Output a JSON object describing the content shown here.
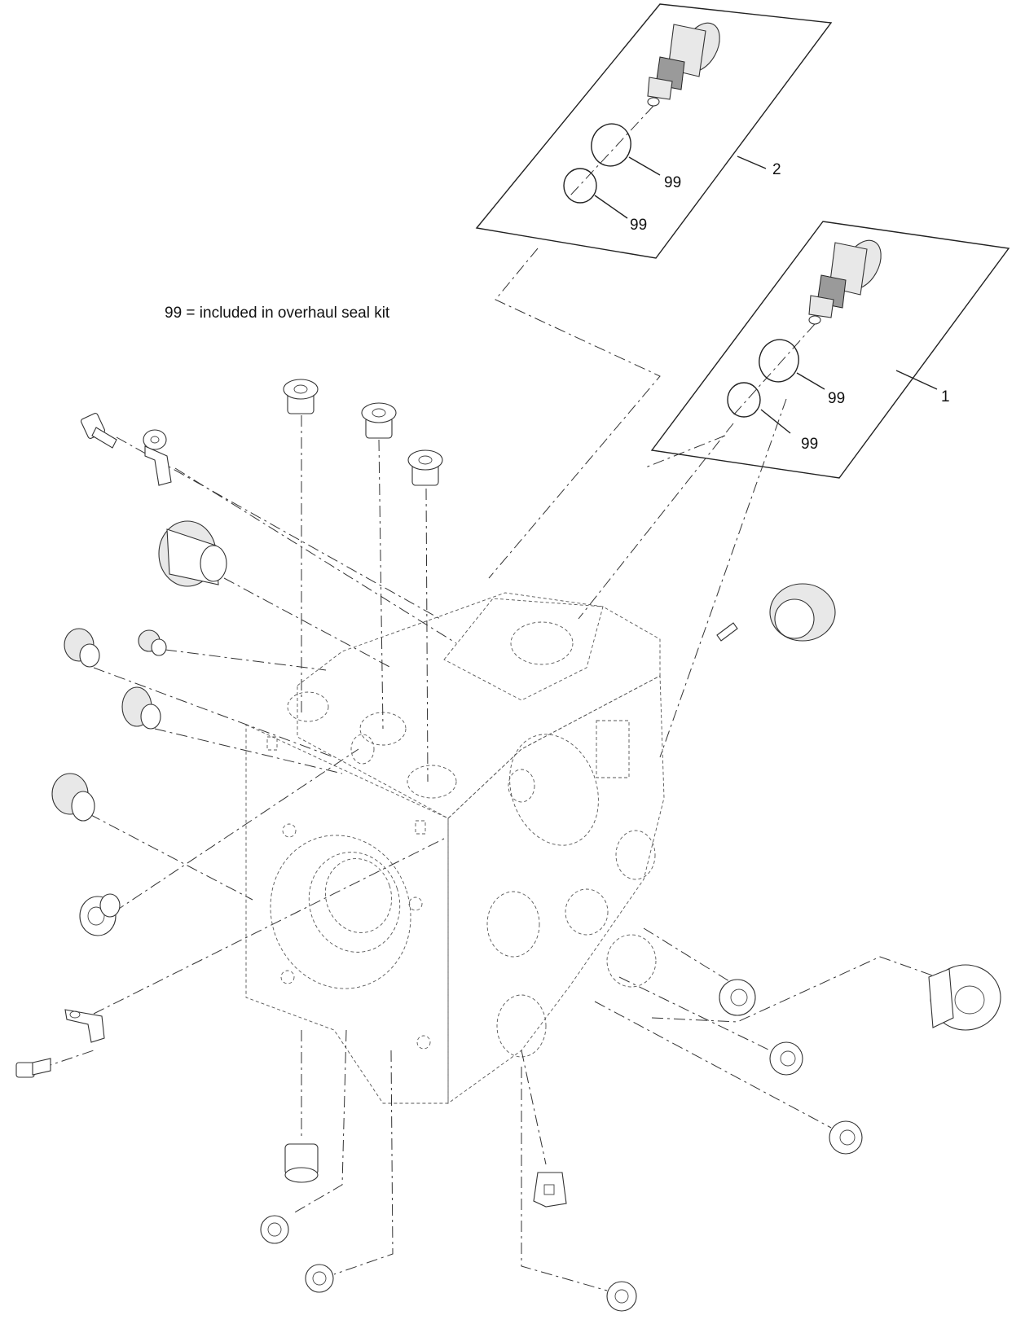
{
  "note": "99 = included in overhaul seal kit",
  "callouts": {
    "item_1": "1",
    "item_2": "2",
    "seal_a": "99",
    "seal_b": "99",
    "seal_c": "99",
    "seal_d": "99"
  }
}
